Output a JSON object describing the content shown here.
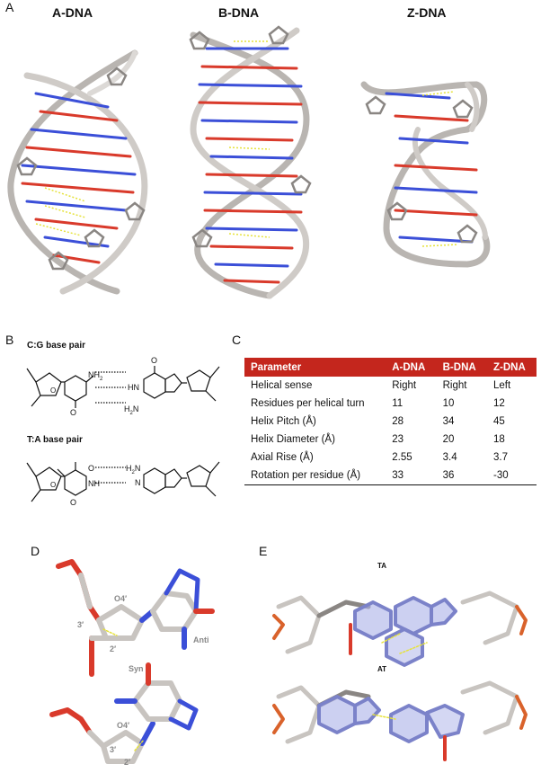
{
  "panels": {
    "a": "A",
    "b": "B",
    "c": "C",
    "d": "D",
    "e": "E"
  },
  "dna_forms": {
    "a": "A-DNA",
    "b": "B-DNA",
    "z": "Z-DNA"
  },
  "base_pairs": {
    "cg_title": "C:G base pair",
    "ta_title": "T:A base pair",
    "nh2": "NH",
    "sub2": "2",
    "h2n": "H",
    "n": "N",
    "o": "O",
    "nh": "NH",
    "hn": "HN"
  },
  "table": {
    "headers": [
      "Parameter",
      "A-DNA",
      "B-DNA",
      "Z-DNA"
    ],
    "rows": [
      [
        "Helical sense",
        "Right",
        "Right",
        "Left"
      ],
      [
        "Residues per helical turn",
        "11",
        "10",
        "12"
      ],
      [
        "Helix Pitch (Å)",
        "28",
        "34",
        "45"
      ],
      [
        "Helix Diameter (Å)",
        "23",
        "20",
        "18"
      ],
      [
        "Axial Rise (Å)",
        "2.55",
        "3.4",
        "3.7"
      ],
      [
        "Rotation per residue (Å)",
        "33",
        "36",
        "-30"
      ]
    ]
  },
  "panel_d": {
    "o4_top": "O4′",
    "c3_top": "3′",
    "c2_top": "2′",
    "anti": "Anti",
    "syn": "Syn",
    "o4_bottom": "O4′",
    "c3_bottom": "3′",
    "c2_bottom": "2′"
  },
  "panel_e": {
    "ta": "TA",
    "at": "AT"
  },
  "colors": {
    "backbone": "#c8c4c0",
    "oxygen": "#d93a2b",
    "nitrogen": "#3b4fd8",
    "table_header": "#c4261d",
    "hbond": "#e6e23a"
  }
}
